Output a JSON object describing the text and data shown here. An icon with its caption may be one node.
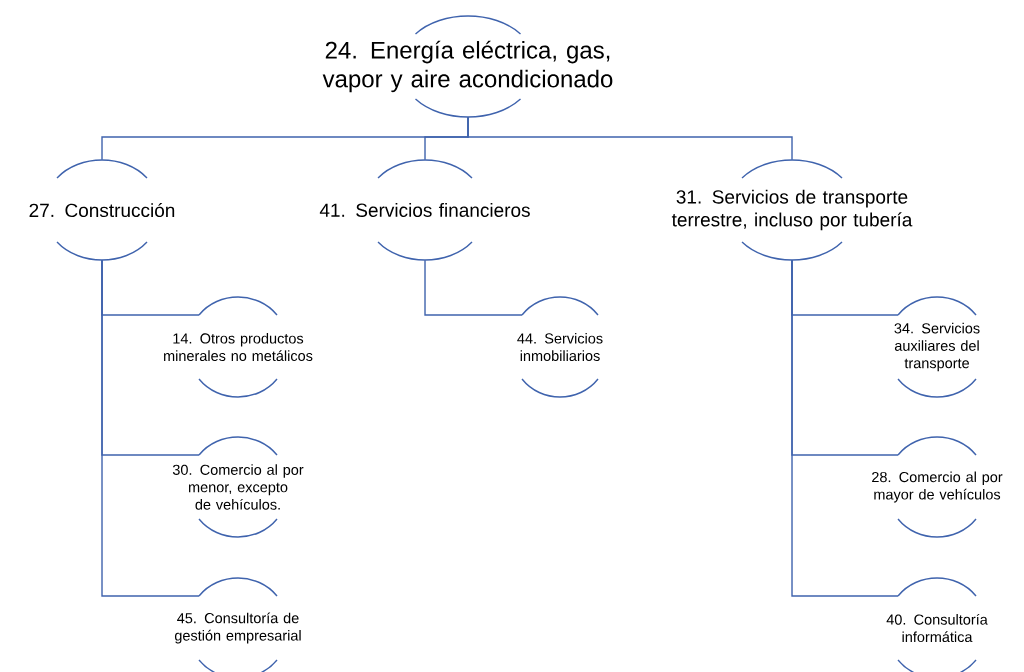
{
  "diagram": {
    "nodes": [
      {
        "text": [
          "24. Energía eléctrica, gas, vapor y aire acondicionado"
        ]
      },
      {
        "text": [
          "27. Construcción"
        ]
      },
      {
        "text": [
          "41. Servicios financieros"
        ]
      },
      {
        "text": [
          "31. Servicios de transporte terrestre, incluso por tubería"
        ]
      },
      {
        "text": [
          "14. Otros productos minerales no metálicos"
        ]
      },
      {
        "text": [
          "30. Comercio al por menor, excepto de vehículos."
        ]
      },
      {
        "text": [
          "45. Consultoría de gestión empresarial"
        ]
      },
      {
        "text": [
          "44. Servicios inmobiliarios"
        ]
      },
      {
        "text": [
          "34. Servicios auxiliares del transporte"
        ]
      },
      {
        "text": [
          "28. Comercio al por mayor de vehículos"
        ]
      },
      {
        "text": [
          "40. Consultoría informática"
        ]
      }
    ],
    "edges": [
      {
        "from": 0,
        "to": 1,
        "arrow": "none"
      },
      {
        "from": 0,
        "to": 2,
        "arrow": "none"
      },
      {
        "from": 0,
        "to": 3,
        "arrow": "none"
      },
      {
        "from": 1,
        "to": 4,
        "arrow": "none"
      },
      {
        "from": 1,
        "to": 5,
        "arrow": "none"
      },
      {
        "from": 1,
        "to": 6,
        "arrow": "none"
      },
      {
        "from": 2,
        "to": 7,
        "arrow": "none"
      },
      {
        "from": 3,
        "to": 8,
        "arrow": "none"
      },
      {
        "from": 3,
        "to": 9,
        "arrow": "none"
      },
      {
        "from": 3,
        "to": 10,
        "arrow": "none"
      }
    ]
  }
}
